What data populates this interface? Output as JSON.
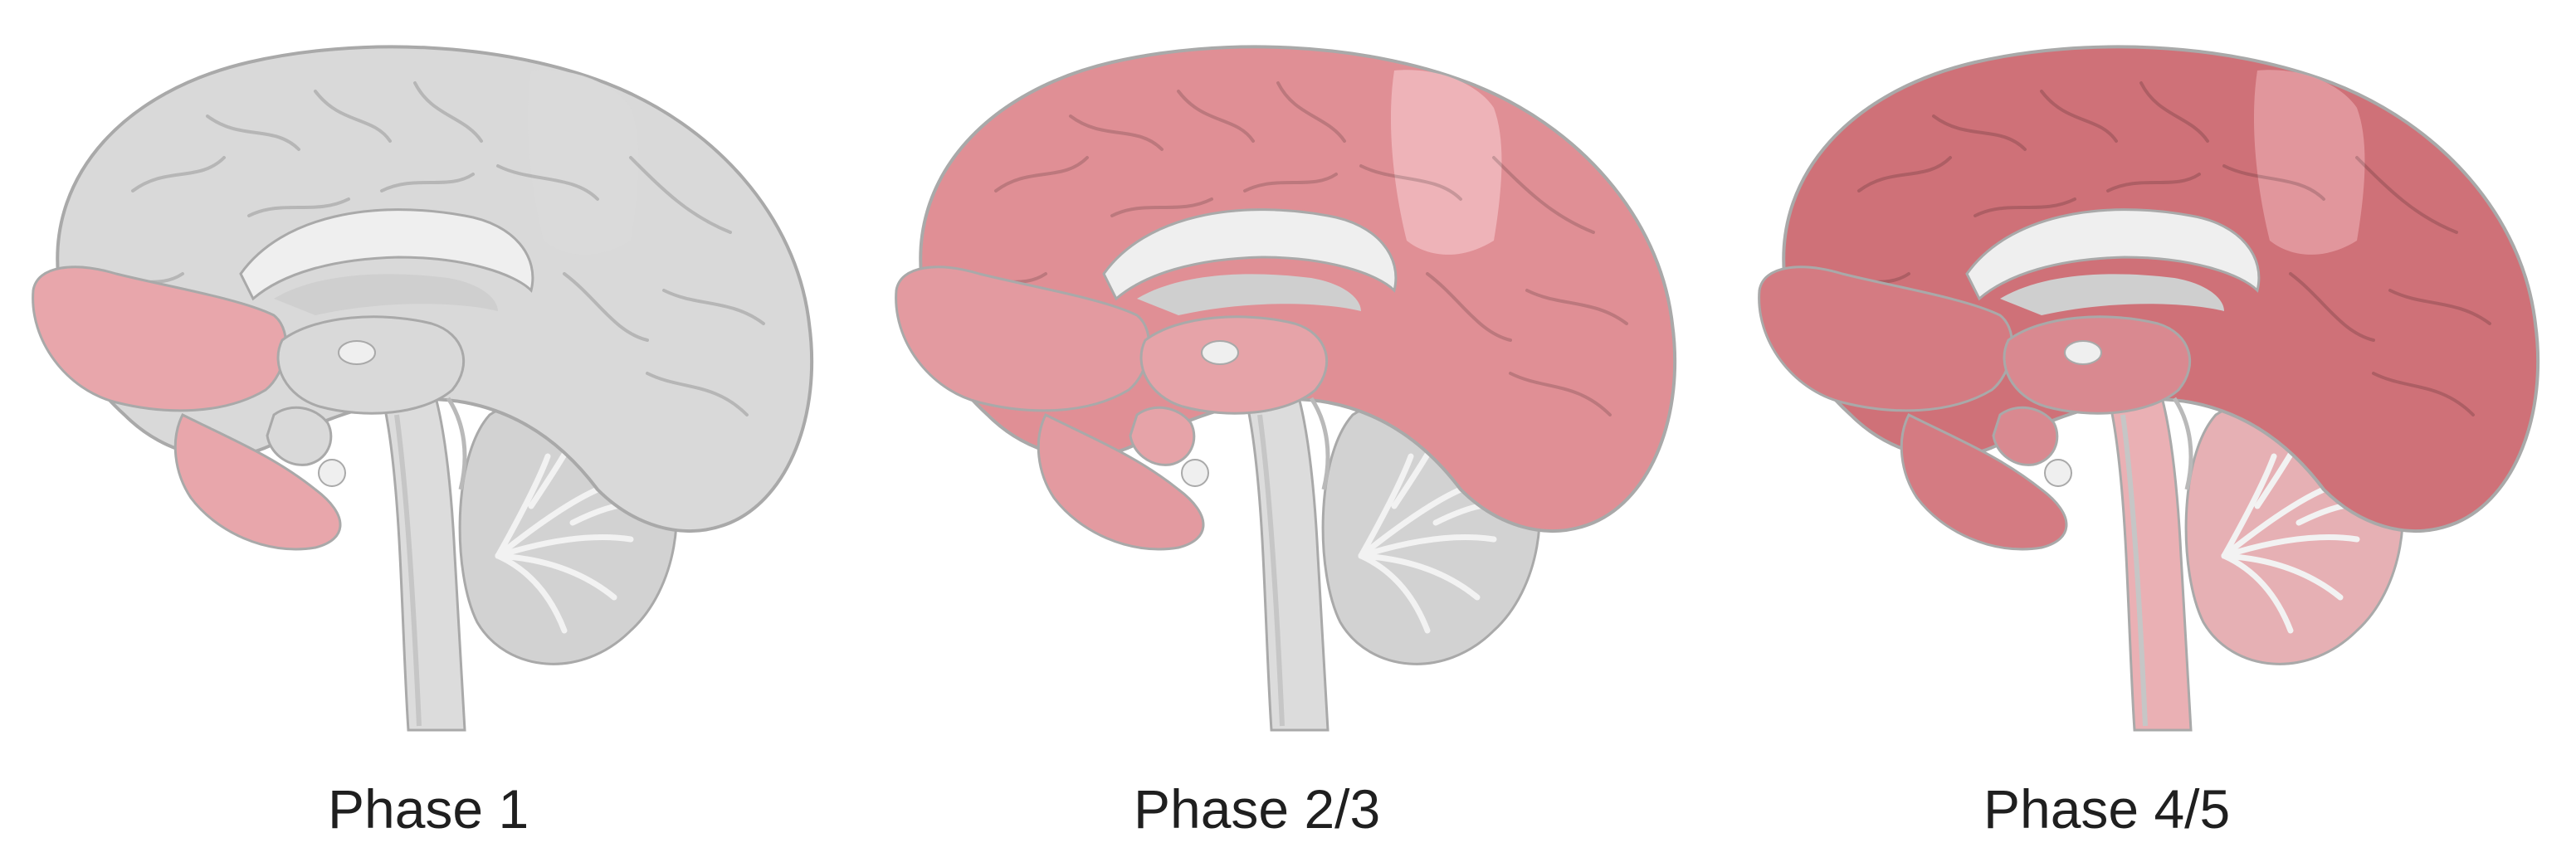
{
  "panels": [
    {
      "label": "Phase 1",
      "colors": {
        "neocortex": "#d9d9d9",
        "limbic": "#e8a6ab",
        "deep": "#d9d9d9",
        "parietal_patch": "#d9d9d9",
        "brainstem": "#dcdcdc",
        "cerebellum": "#d2d2d2"
      }
    },
    {
      "label": "Phase 2/3",
      "colors": {
        "neocortex": "#e08f95",
        "limbic": "#e39aa0",
        "deep": "#e6a3a8",
        "parietal_patch": "#efb7bb",
        "brainstem": "#dcdcdc",
        "cerebellum": "#d2d2d2"
      }
    },
    {
      "label": "Phase 4/5",
      "colors": {
        "neocortex": "#cf7178",
        "limbic": "#d47b82",
        "deep": "#d98990",
        "parietal_patch": "#e29aa0",
        "brainstem": "#eab0b4",
        "cerebellum": "#e6b0b4"
      }
    }
  ]
}
